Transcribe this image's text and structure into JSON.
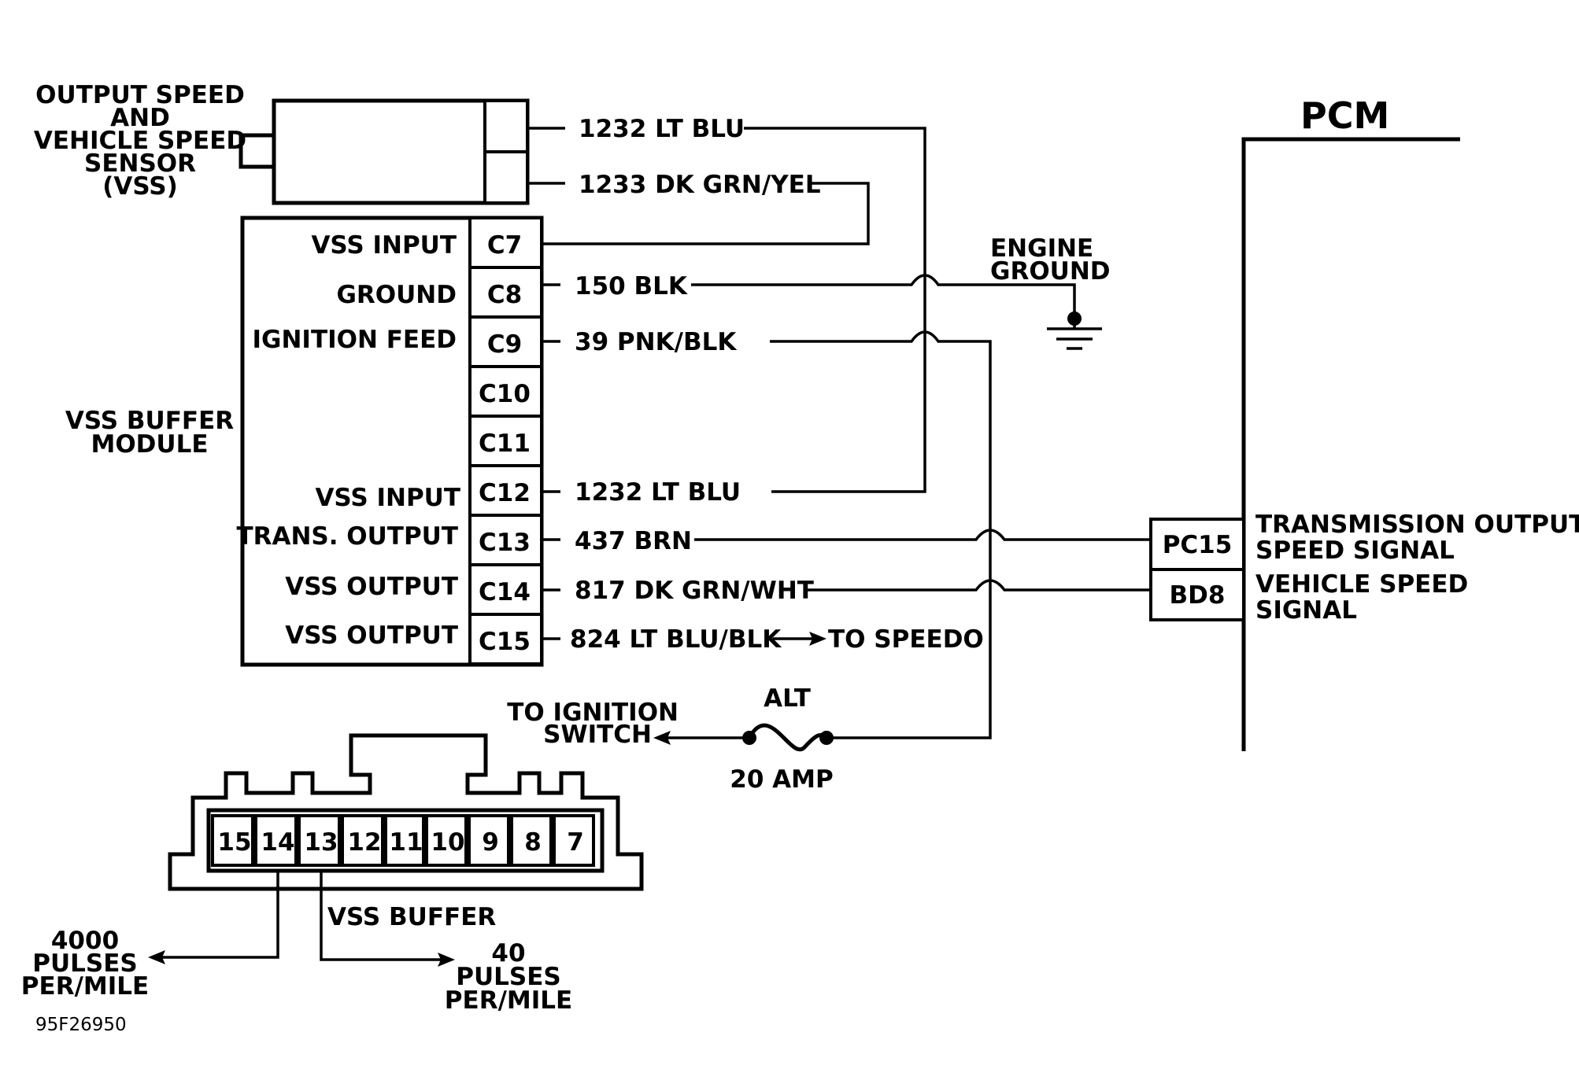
{
  "sensor": {
    "label_lines": [
      "OUTPUT SPEED",
      "AND",
      "VEHICLE SPEED",
      "SENSOR",
      "(VSS)"
    ]
  },
  "wires": {
    "w1232_top": "1232 LT BLU",
    "w1233": "1233 DK GRN/YEL",
    "w150": "150 BLK",
    "w39": "39 PNK/BLK",
    "w1232_bottom": "1232 LT BLU",
    "w437": "437 BRN",
    "w817": "817 DK GRN/WHT",
    "w824": "824 LT BLU/BLK",
    "to_speedo": "TO SPEEDO"
  },
  "module": {
    "label_lines": [
      "VSS BUFFER",
      "MODULE"
    ],
    "pins": [
      {
        "id": "C7",
        "label": "VSS INPUT"
      },
      {
        "id": "C8",
        "label": "GROUND"
      },
      {
        "id": "C9",
        "label": "IGNITION FEED"
      },
      {
        "id": "C10",
        "label": ""
      },
      {
        "id": "C11",
        "label": ""
      },
      {
        "id": "C12",
        "label": "VSS INPUT"
      },
      {
        "id": "C13",
        "label": "TRANS. OUTPUT"
      },
      {
        "id": "C14",
        "label": "VSS OUTPUT"
      },
      {
        "id": "C15",
        "label": "VSS OUTPUT"
      }
    ]
  },
  "engine_ground": {
    "label_lines": [
      "ENGINE",
      "GROUND"
    ]
  },
  "pcm": {
    "title": "PCM",
    "pins": [
      {
        "id": "PC15",
        "label_lines": [
          "TRANSMISSION OUTPUT",
          "SPEED SIGNAL"
        ]
      },
      {
        "id": "BD8",
        "label_lines": [
          "VEHICLE SPEED",
          "SIGNAL"
        ]
      }
    ]
  },
  "ignition": {
    "label_lines": [
      "TO IGNITION",
      "SWITCH"
    ]
  },
  "fuse": {
    "name": "ALT",
    "rating": "20 AMP"
  },
  "connector": {
    "pins": [
      "15",
      "14",
      "13",
      "12",
      "11",
      "10",
      "9",
      "8",
      "7"
    ],
    "label": "VSS BUFFER"
  },
  "pulses": {
    "left_lines": [
      "4000",
      "PULSES",
      "PER/MILE"
    ],
    "right_lines": [
      "40",
      "PULSES",
      "PER/MILE"
    ]
  },
  "figure_code": "95F26950"
}
